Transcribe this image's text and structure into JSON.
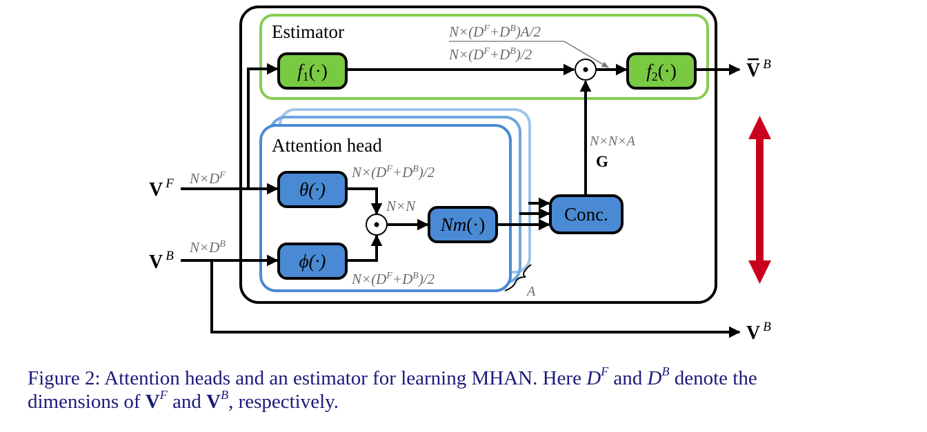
{
  "diagram": {
    "estimator": {
      "title": "Estimator",
      "f1_label": "f",
      "f1_sub": "1",
      "f1_args": "(·)",
      "f2_label": "f",
      "f2_sub": "2",
      "f2_args": "(·)",
      "dim_top_prefix": "N×(D",
      "dim_top_sup1": "F",
      "dim_top_mid": "+D",
      "dim_top_sup2": "B",
      "dim_top_suffix": ")A/2",
      "dim_bottom_prefix": "N×(D",
      "dim_bottom_sup1": "F",
      "dim_bottom_mid": "+D",
      "dim_bottom_sup2": "B",
      "dim_bottom_suffix": ")/2",
      "output_label": "V",
      "output_sup": "B",
      "colors": {
        "fill": "#7ac943",
        "border": "#86cc54"
      }
    },
    "attention_head": {
      "title": "Attention head",
      "theta_label": "θ(·)",
      "phi_label": "ϕ(·)",
      "nm_label": "Nm",
      "nm_args": "(·)",
      "theta_dim_prefix": "N×(D",
      "theta_dim_sup1": "F",
      "theta_dim_mid": "+D",
      "theta_dim_sup2": "B",
      "theta_dim_suffix": ")/2",
      "phi_dim_prefix": "N×(D",
      "phi_dim_sup1": "F",
      "phi_dim_mid": "+D",
      "phi_dim_sup2": "B",
      "phi_dim_suffix": ")/2",
      "product_dim": "N×N",
      "stack_count_label": "A",
      "colors": {
        "fill": "#4a8ad4",
        "border": "#4a8ad4",
        "stack_light": "#9fc4ea"
      }
    },
    "concat": {
      "label": "Conc.",
      "output_dim": "N×N×A",
      "output_label": "G"
    },
    "inputs": {
      "vf_label": "V",
      "vf_sup": "F",
      "vf_dim_prefix": "N×D",
      "vf_dim_sup": "F",
      "vb_label": "V",
      "vb_sup": "B",
      "vb_dim_prefix": "N×D",
      "vb_dim_sup": "B"
    },
    "bypass_output": {
      "label": "V",
      "sup": "B"
    },
    "product_symbol": "⊙",
    "double_arrow_color": "#c8001e"
  },
  "caption": {
    "prefix": "Figure 2: Attention heads and an estimator for learning MHAN. Here ",
    "d1": "D",
    "d1_sup": "F",
    "and1": " and ",
    "d2": "D",
    "d2_sup": "B",
    "suffix1": " denote the",
    "line2_prefix": "dimensions of ",
    "v1": "V",
    "v1_sup": "F",
    "and2": " and ",
    "v2": "V",
    "v2_sup": "B",
    "line2_suffix": ", respectively."
  }
}
